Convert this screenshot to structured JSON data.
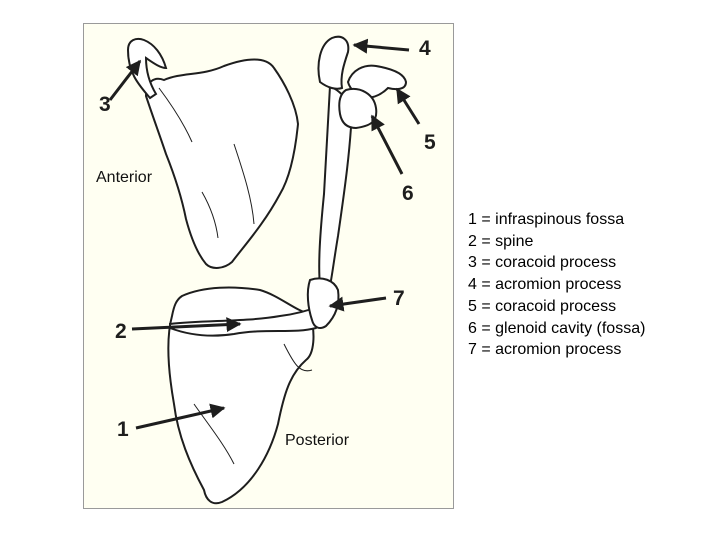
{
  "figure": {
    "anterior_label": "Anterior",
    "posterior_label": "Posterior",
    "callouts": [
      "1",
      "2",
      "3",
      "4",
      "5",
      "6",
      "7"
    ]
  },
  "legend": [
    "1 = infraspinous fossa",
    "2 = spine",
    "3 = coracoid process",
    "4 = acromion process",
    "5 = coracoid process",
    "6 = glenoid cavity (fossa)",
    "7 = acromion process"
  ],
  "colors": {
    "panel_background": "#fffff2",
    "line": "#1e1e1e",
    "panel_border": "#9a9a9a"
  }
}
